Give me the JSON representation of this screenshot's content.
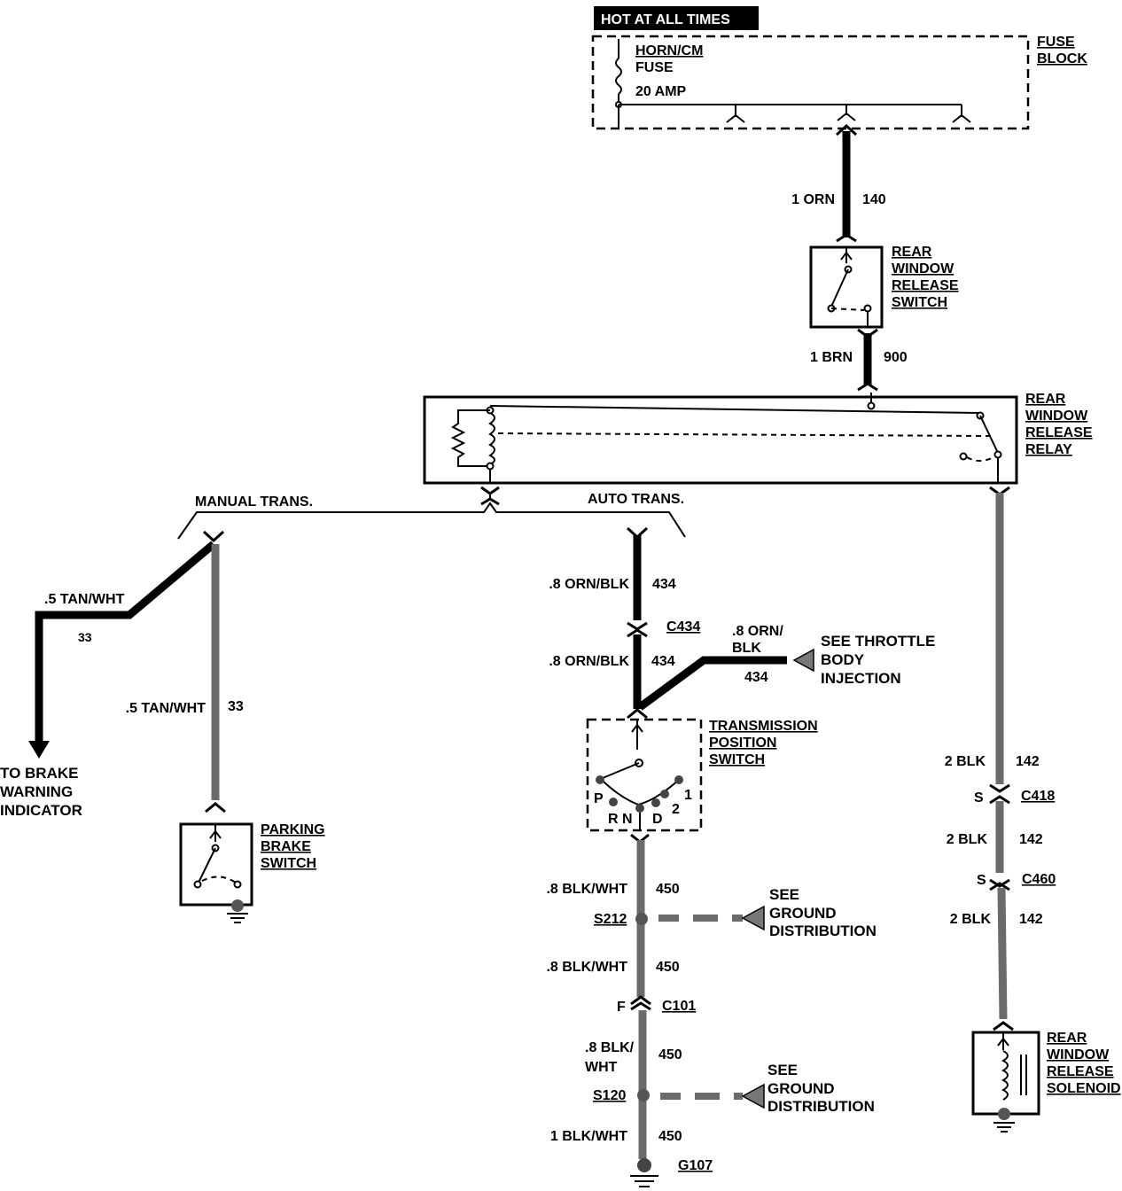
{
  "header": {
    "hot_label": "HOT AT ALL TIMES"
  },
  "fuse_block": {
    "fuse_name": "HORN/CM",
    "fuse_word": "FUSE",
    "fuse_rating": "20 AMP",
    "label_line1": "FUSE",
    "label_line2": "BLOCK"
  },
  "wires": {
    "w140": {
      "gauge": "1 ORN",
      "circuit": "140"
    },
    "w900": {
      "gauge": "1 BRN",
      "circuit": "900"
    },
    "w434a": {
      "gauge": ".8 ORN/BLK",
      "circuit": "434"
    },
    "w434b": {
      "gauge": ".8 ORN/BLK",
      "circuit": "434"
    },
    "w434c": {
      "gauge_line1": ".8 ORN/",
      "gauge_line2": "BLK",
      "circuit": "434"
    },
    "w33a": {
      "gauge": ".5 TAN/WHT",
      "circuit": "33"
    },
    "w33b": {
      "gauge": ".5 TAN/WHT",
      "circuit": "33"
    },
    "w450a": {
      "gauge": ".8 BLK/WHT",
      "circuit": "450"
    },
    "w450b": {
      "gauge": ".8 BLK/WHT",
      "circuit": "450"
    },
    "w450c": {
      "gauge_line1": ".8 BLK/",
      "gauge_line2": "WHT",
      "circuit": "450"
    },
    "w450d": {
      "gauge": "1 BLK/WHT",
      "circuit": "450"
    },
    "w142a": {
      "gauge": "2 BLK",
      "circuit": "142"
    },
    "w142b": {
      "gauge": "2 BLK",
      "circuit": "142"
    },
    "w142c": {
      "gauge": "2 BLK",
      "circuit": "142"
    }
  },
  "components": {
    "release_switch": [
      "REAR",
      "WINDOW",
      "RELEASE",
      "SWITCH"
    ],
    "relay": [
      "REAR",
      "WINDOW",
      "RELEASE",
      "RELAY"
    ],
    "solenoid": [
      "REAR",
      "WINDOW",
      "RELEASE",
      "SOLENOID"
    ],
    "trans_switch": [
      "TRANSMISSION",
      "POSITION",
      "SWITCH"
    ],
    "parking_brake": [
      "PARKING",
      "BRAKE",
      "SWITCH"
    ],
    "trans_positions": {
      "p": "P",
      "r": "R",
      "n": "N",
      "d": "D",
      "two": "2",
      "one": "1"
    }
  },
  "branches": {
    "manual": "MANUAL TRANS.",
    "auto": "AUTO TRANS."
  },
  "connectors": {
    "c434": "C434",
    "c418": "C418",
    "c418_side": "S",
    "c460": "C460",
    "c460_side": "S",
    "c101": "C101",
    "c101_side": "F",
    "s212": "S212",
    "s120": "S120",
    "g107": "G107"
  },
  "references": {
    "brake_indicator": [
      "TO BRAKE",
      "WARNING",
      "INDICATOR"
    ],
    "throttle": [
      "SEE THROTTLE",
      "BODY",
      "INJECTION"
    ],
    "ground1": [
      "SEE",
      "GROUND",
      "DISTRIBUTION"
    ],
    "ground2": [
      "SEE",
      "GROUND",
      "DISTRIBUTION"
    ]
  }
}
